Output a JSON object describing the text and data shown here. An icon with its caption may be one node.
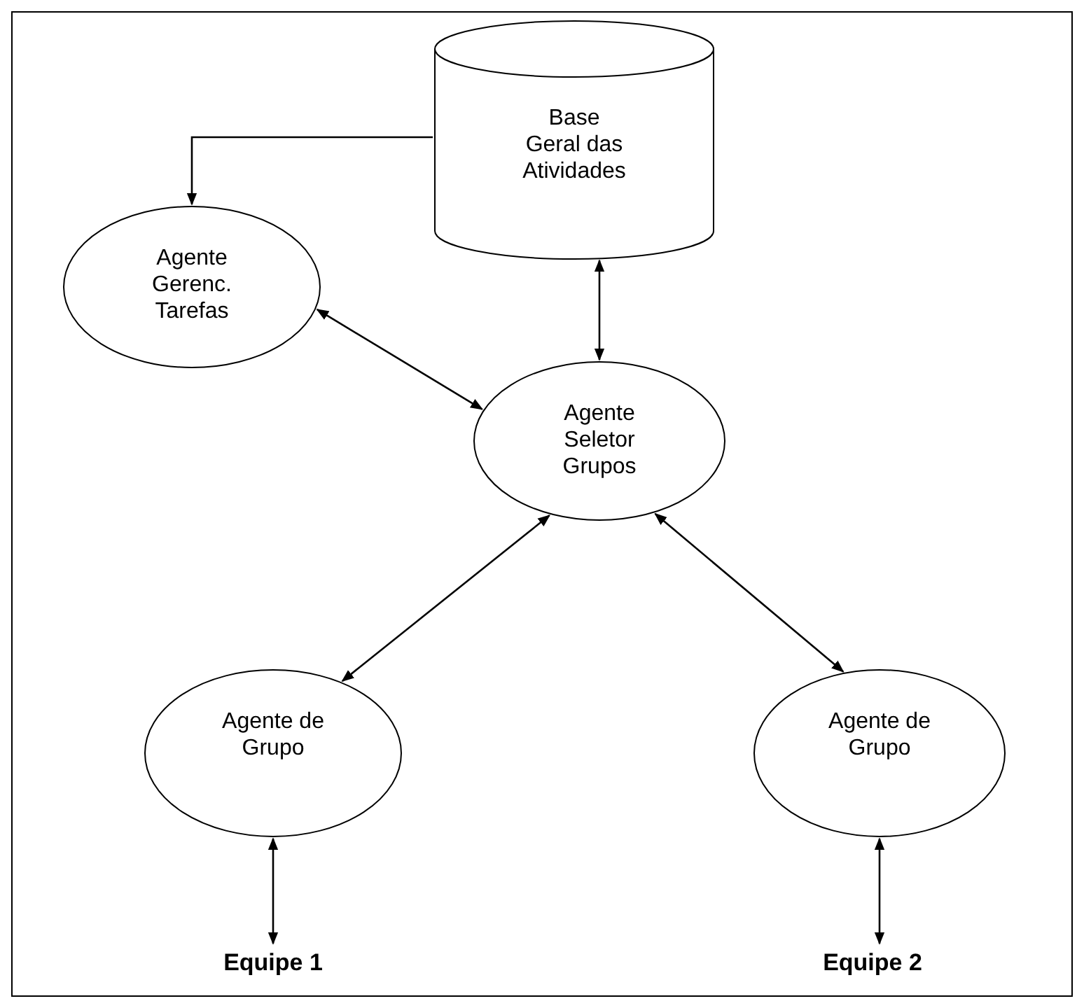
{
  "diagram": {
    "nodes": [
      {
        "text": [
          "Base Geral das Atividades"
        ]
      },
      {
        "text": [
          "Agente Gerenc. Tarefas"
        ]
      },
      {
        "text": [
          "Agente Seletor Grupos"
        ]
      },
      {
        "text": [
          "Agente de Grupo"
        ]
      },
      {
        "text": [
          "Agente de Grupo"
        ]
      },
      {
        "text": [
          "Equipe 1"
        ]
      },
      {
        "text": [
          "Equipe 2"
        ]
      }
    ],
    "edges": [
      {
        "from": 0,
        "to": 1,
        "arrow": "to"
      },
      {
        "from": 0,
        "to": 2,
        "arrow": "both"
      },
      {
        "from": 1,
        "to": 2,
        "arrow": "both"
      },
      {
        "from": 2,
        "to": 3,
        "arrow": "both"
      },
      {
        "from": 2,
        "to": 4,
        "arrow": "both"
      },
      {
        "from": 3,
        "to": 5,
        "arrow": "both"
      },
      {
        "from": 4,
        "to": 6,
        "arrow": "both"
      }
    ]
  }
}
